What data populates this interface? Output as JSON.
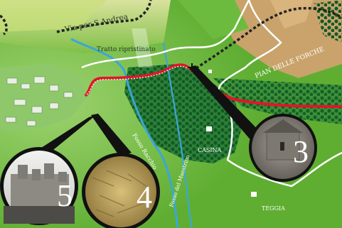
{
  "labels": {
    "via_per_s_andrea": "Via per S.Andrea",
    "tratto_ripristinato": "Tratto ripristinato",
    "pian_delle_forche": "PIAN DELLE FORCHE",
    "fosso_racchio": "Fosso Racchio",
    "casina": "CASINA",
    "fosso_del_maestrino": "Fosso del Maestrino",
    "teggia": "TEGGIA"
  },
  "markers": [
    {
      "id": "3",
      "number": "3",
      "subject": "stone-house"
    },
    {
      "id": "4",
      "number": "4",
      "subject": "dry-grass"
    },
    {
      "id": "5",
      "number": "5",
      "subject": "castle-towers"
    }
  ],
  "colors": {
    "meadow": "#5fae32",
    "forest_dark": "#1f6b2e",
    "tree_dot": "#0f5a26",
    "field_tan": "#c9a36b",
    "river": "#3aa7d8",
    "route_red": "#e0162a",
    "trail_white": "#ffffff",
    "path_dotted": "#222222"
  }
}
